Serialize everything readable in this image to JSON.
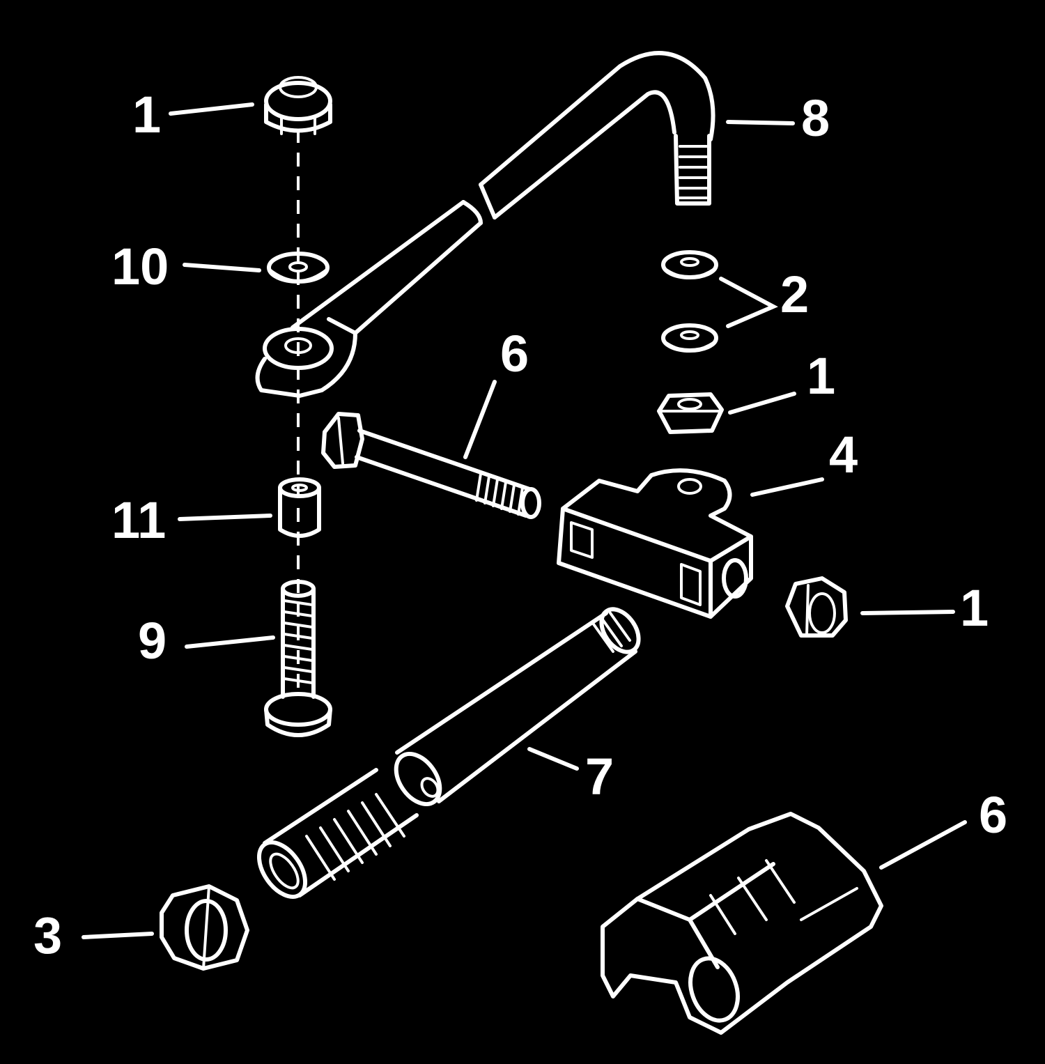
{
  "diagram": {
    "background": "#000000",
    "line_color": "#ffffff",
    "callouts": [
      {
        "id": "c-1-top",
        "label": "1"
      },
      {
        "id": "c-8",
        "label": "8"
      },
      {
        "id": "c-10",
        "label": "10"
      },
      {
        "id": "c-2",
        "label": "2"
      },
      {
        "id": "c-6-bolt",
        "label": "6"
      },
      {
        "id": "c-1-mid",
        "label": "1"
      },
      {
        "id": "c-4",
        "label": "4"
      },
      {
        "id": "c-11",
        "label": "11"
      },
      {
        "id": "c-1-right",
        "label": "1"
      },
      {
        "id": "c-9",
        "label": "9"
      },
      {
        "id": "c-7",
        "label": "7"
      },
      {
        "id": "c-6-bracket",
        "label": "6"
      },
      {
        "id": "c-3",
        "label": "3"
      }
    ]
  }
}
